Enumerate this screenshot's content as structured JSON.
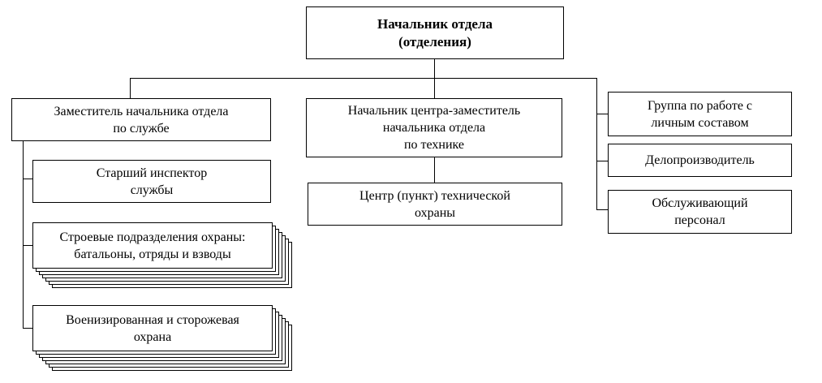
{
  "diagram": {
    "head": "Начальник отдела\n(отделения)",
    "left": {
      "deputy": "Заместитель начальника отдела\nпо службе",
      "senior_inspector": "Старший инспектор\nслужбы",
      "guard_units": "Строевые подразделения охраны:\nбатальоны, отряды и взводы",
      "paramilitary_guard": "Военизированная и сторожевая\nохрана"
    },
    "center": {
      "tech_chief": "Начальник центра-заместитель\nначальника отдела\nпо технике",
      "tech_center": "Центр (пункт) технической\nохраны"
    },
    "right": {
      "personnel_group": "Группа по работе с\nличным составом",
      "clerk": "Делопроизводитель",
      "service_staff": "Обслуживающий\nперсонал"
    }
  }
}
